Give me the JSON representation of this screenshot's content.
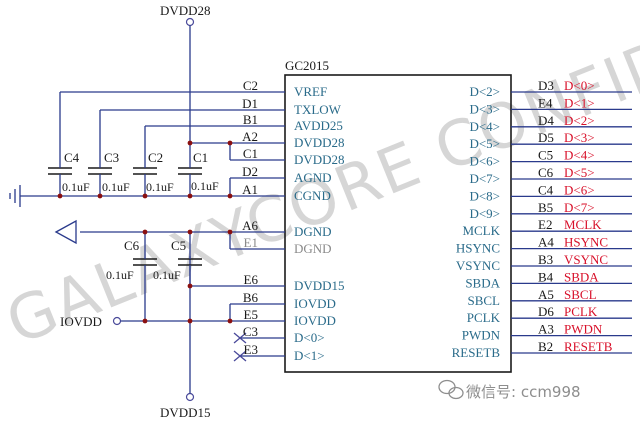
{
  "colors": {
    "wire": "#2a3a8c",
    "chip_outline": "#1a1a1a",
    "pin_name": "#2a6b8a",
    "signal_label": "#d8102a",
    "junction": "#8b1010",
    "no_connect": "#4a4a9a",
    "watermark": "#d6d6d6"
  },
  "watermark_text": "GALAXYCORE CONFIDENTIAL",
  "chip": {
    "label": "GC2015"
  },
  "power_nets": {
    "top": "DVDD28",
    "bottom": "DVDD15",
    "iovdd": "IOVDD"
  },
  "left_pins": [
    {
      "num": "C2",
      "name": "VREF"
    },
    {
      "num": "D1",
      "name": "TXLOW"
    },
    {
      "num": "B1",
      "name": "AVDD25"
    },
    {
      "num": "A2",
      "name": "DVDD28"
    },
    {
      "num": "C1",
      "name": "DVDD28"
    },
    {
      "num": "D2",
      "name": "AGND"
    },
    {
      "num": "A1",
      "name": "CGND"
    },
    {
      "num": "A6",
      "name": "DGND"
    },
    {
      "num": "E1",
      "name": "DGND"
    },
    {
      "num": "E6",
      "name": "DVDD15"
    },
    {
      "num": "B6",
      "name": "IOVDD"
    },
    {
      "num": "E5",
      "name": "IOVDD"
    },
    {
      "num": "C3",
      "name": "D<0>"
    },
    {
      "num": "E3",
      "name": "D<1>"
    }
  ],
  "right_pins": [
    {
      "name": "D<2>",
      "num": "D3",
      "signal": "D<0>"
    },
    {
      "name": "D<3>",
      "num": "E4",
      "signal": "D<1>"
    },
    {
      "name": "D<4>",
      "num": "D4",
      "signal": "D<2>"
    },
    {
      "name": "D<5>",
      "num": "D5",
      "signal": "D<3>"
    },
    {
      "name": "D<6>",
      "num": "C5",
      "signal": "D<4>"
    },
    {
      "name": "D<7>",
      "num": "C6",
      "signal": "D<5>"
    },
    {
      "name": "D<8>",
      "num": "C4",
      "signal": "D<6>"
    },
    {
      "name": "D<9>",
      "num": "B5",
      "signal": "D<7>"
    },
    {
      "name": "MCLK",
      "num": "E2",
      "signal": "MCLK"
    },
    {
      "name": "HSYNC",
      "num": "A4",
      "signal": "HSYNC"
    },
    {
      "name": "VSYNC",
      "num": "B3",
      "signal": "VSYNC"
    },
    {
      "name": "SBDA",
      "num": "B4",
      "signal": "SBDA"
    },
    {
      "name": "SBCL",
      "num": "A5",
      "signal": "SBCL"
    },
    {
      "name": "PCLK",
      "num": "D6",
      "signal": "PCLK"
    },
    {
      "name": "PWDN",
      "num": "A3",
      "signal": "PWDN"
    },
    {
      "name": "RESETB",
      "num": "B2",
      "signal": "RESETB"
    }
  ],
  "capacitors": [
    {
      "ref": "C4",
      "value": "0.1uF"
    },
    {
      "ref": "C3",
      "value": "0.1uF"
    },
    {
      "ref": "C2",
      "value": "0.1uF"
    },
    {
      "ref": "C1",
      "value": "0.1uF"
    },
    {
      "ref": "C6",
      "value": "0.1uF"
    },
    {
      "ref": "C5",
      "value": "0.1uF"
    }
  ],
  "wechat": {
    "label": "微信号: ccm998"
  }
}
